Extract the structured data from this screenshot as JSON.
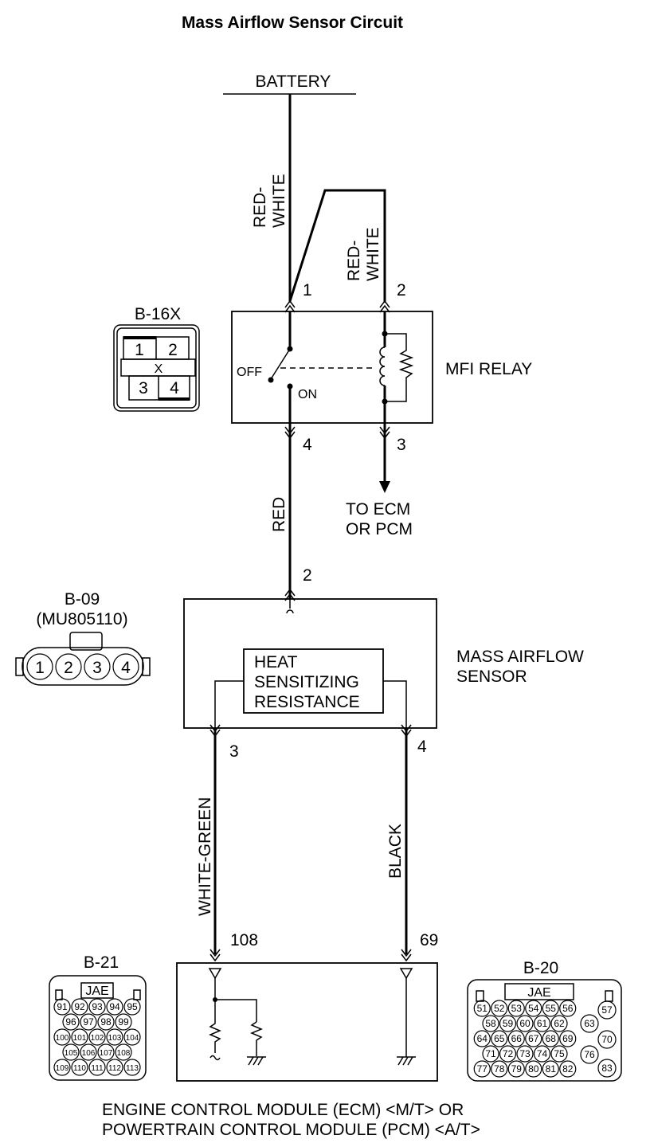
{
  "title": "Mass Airflow Sensor Circuit",
  "battery": "BATTERY",
  "wires": {
    "feed": "RED-\nWHITE",
    "relay_loop": "RED-\nWHITE",
    "red": "RED",
    "white_green": "WHITE-GREEN",
    "black": "BLACK"
  },
  "relay": {
    "name": "MFI RELAY",
    "off": "OFF",
    "on": "ON",
    "pin1": "1",
    "pin2": "2",
    "pin3": "3",
    "pin4": "4",
    "to_ecm_line1": "TO ECM",
    "to_ecm_line2": "OR PCM"
  },
  "sensor": {
    "name_line1": "MASS AIRFLOW",
    "name_line2": "SENSOR",
    "element_line1": "HEAT",
    "element_line2": "SENSITIZING",
    "element_line3": "RESISTANCE",
    "pin2": "2",
    "pin3": "3",
    "pin4": "4"
  },
  "ecm": {
    "pin108": "108",
    "pin69": "69",
    "label_line1": "ENGINE CONTROL MODULE (ECM) <M/T> OR",
    "label_line2": "POWERTRAIN CONTROL MODULE (PCM) <A/T>"
  },
  "connectors": {
    "b16x": {
      "name": "B-16X",
      "pins": [
        "1",
        "2",
        "3",
        "4"
      ],
      "mark": "X"
    },
    "b09": {
      "name": "B-09",
      "part": "(MU805110)",
      "pins": [
        "1",
        "2",
        "3",
        "4"
      ]
    },
    "b21": {
      "name": "B-21",
      "maker": "JAE",
      "rows": [
        [
          "91",
          "92",
          "93",
          "94",
          "95"
        ],
        [
          "96",
          "97",
          "98",
          "99"
        ],
        [
          "100",
          "101",
          "102",
          "103",
          "104"
        ],
        [
          "105",
          "106",
          "107",
          "108"
        ],
        [
          "109",
          "110",
          "111",
          "112",
          "113"
        ]
      ]
    },
    "b20": {
      "name": "B-20",
      "maker": "JAE",
      "rows": [
        [
          "51",
          "52",
          "53",
          "54",
          "55",
          "56"
        ],
        [
          "58",
          "59",
          "60",
          "61",
          "62"
        ],
        [
          "64",
          "65",
          "66",
          "67",
          "68",
          "69"
        ],
        [
          "71",
          "72",
          "73",
          "74",
          "75"
        ],
        [
          "77",
          "78",
          "79",
          "80",
          "81",
          "82"
        ]
      ],
      "side": [
        "57",
        "63",
        "70",
        "76",
        "83"
      ]
    }
  }
}
